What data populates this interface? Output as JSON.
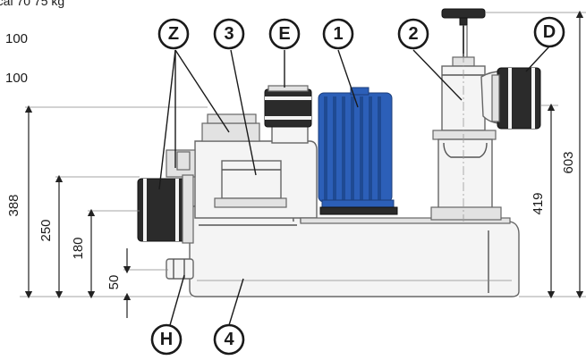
{
  "header": {
    "partial_line": "rcal 70 75 kg",
    "line2": "100",
    "line3": "100"
  },
  "dimensions": {
    "d388": "388",
    "d250": "250",
    "d180": "180",
    "d50": "50",
    "d419": "419",
    "d603": "603"
  },
  "callouts": {
    "z": "Z",
    "c3": "3",
    "e": "E",
    "c1": "1",
    "c2": "2",
    "d": "D",
    "h": "H",
    "c4": "4"
  },
  "colors": {
    "motor": "#2c5fb8",
    "ink": "#1a1a1a"
  }
}
